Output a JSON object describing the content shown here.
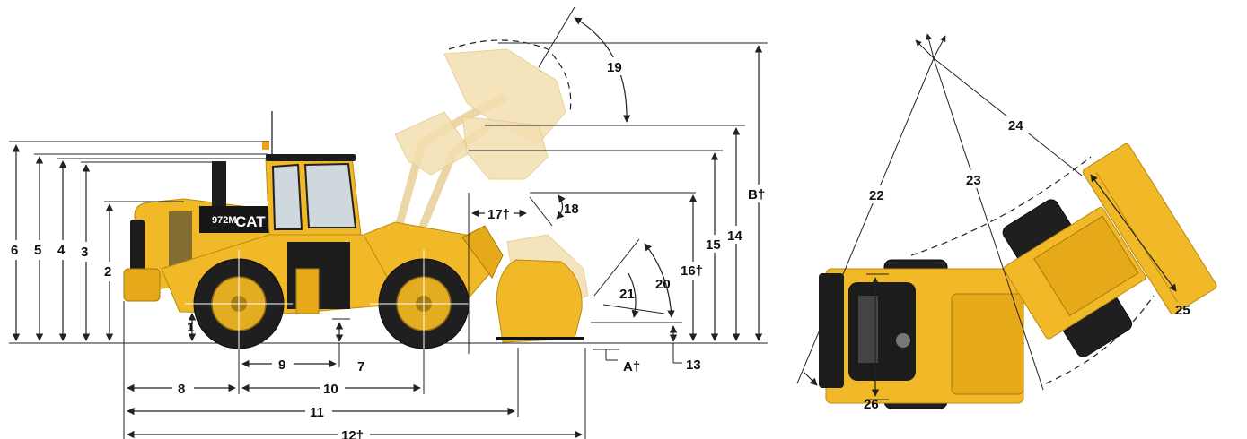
{
  "side_view": {
    "model_badge": "972M",
    "brand_badge": "CAT",
    "labels": {
      "d1": "1",
      "d2": "2",
      "d3": "3",
      "d4": "4",
      "d5": "5",
      "d6": "6",
      "d7": "7",
      "d8": "8",
      "d9": "9",
      "d10": "10",
      "d11": "11",
      "d12": "12†",
      "d13": "13",
      "d14": "14",
      "d15": "15",
      "d16": "16†",
      "d17": "17†",
      "d18": "18",
      "d19": "19",
      "d20": "20",
      "d21": "21",
      "dA": "A†",
      "dB": "B†"
    }
  },
  "top_view": {
    "labels": {
      "d22": "22",
      "d23": "23",
      "d24": "24",
      "d25": "25",
      "d26": "26"
    }
  },
  "colors": {
    "machine_yellow": "#f1b928",
    "tire_black": "#1f1f1f",
    "raised_position_tint": "#f3dfb0",
    "dimension_lines": "#222222"
  },
  "icons": {
    "side": "wheel-loader-side-view",
    "top": "wheel-loader-top-view-articulated"
  }
}
